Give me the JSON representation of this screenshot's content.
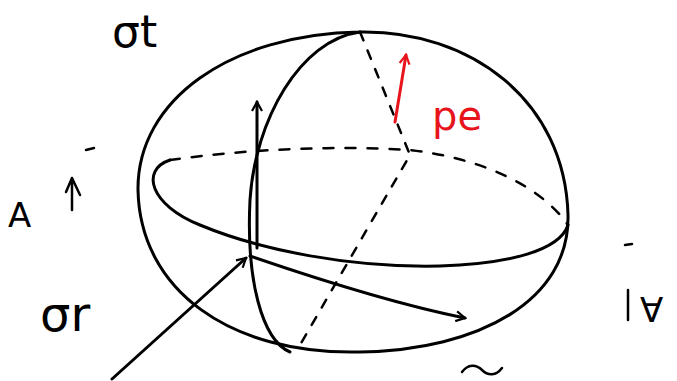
{
  "diagram": {
    "labels": [
      "σt",
      "pe",
      "A",
      "σr",
      "A"
    ]
  }
}
